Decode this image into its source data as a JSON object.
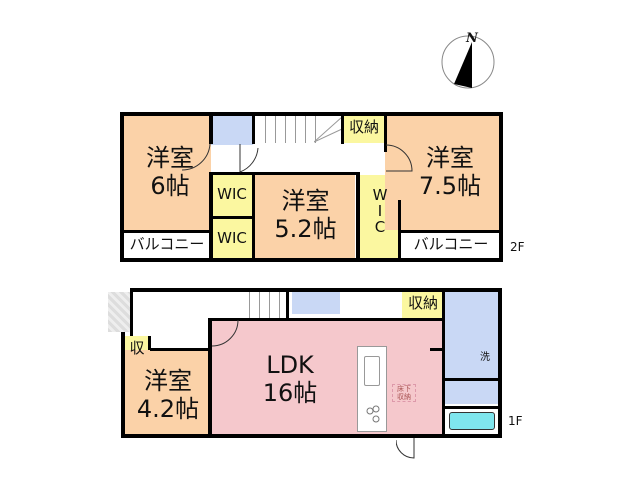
{
  "compass": {
    "label": "N"
  },
  "floor2": {
    "tag": "2F",
    "rooms": {
      "western_6": {
        "line1": "洋室",
        "line2": "6帖",
        "color": "#fbd2a8"
      },
      "western_52": {
        "line1": "洋室",
        "line2": "5.2帖",
        "color": "#fbd2a8"
      },
      "western_75": {
        "line1": "洋室",
        "line2": "7.5帖",
        "color": "#fbd2a8"
      },
      "wic_1": {
        "label": "WIC",
        "color": "#fbf7a0"
      },
      "wic_2": {
        "label": "WIC",
        "color": "#fbf7a0"
      },
      "wic_3": {
        "label": "W\nI\nC",
        "color": "#fbf7a0"
      },
      "storage": {
        "label": "収納",
        "color": "#fbf7a0"
      },
      "toilet": {
        "color": "#c9d8f5"
      },
      "balcony_left": {
        "label": "バルコニー"
      },
      "balcony_right": {
        "label": "バルコニー"
      }
    }
  },
  "floor1": {
    "tag": "1F",
    "rooms": {
      "ldk": {
        "line1": "LDK",
        "line2": "16帖",
        "color": "#f5c8cc"
      },
      "western_42": {
        "line1": "洋室",
        "line2": "4.2帖",
        "color": "#fbd2a8"
      },
      "storage_small": {
        "label": "収",
        "color": "#fbf7a0"
      },
      "storage": {
        "label": "収納",
        "color": "#fbf7a0"
      },
      "underfloor": {
        "line1": "床下",
        "line2": "収納"
      },
      "washroom": {
        "label": "洗",
        "color": "#c9d8f5"
      },
      "bath": {
        "color": "#c9d8f5",
        "tub_color": "#7fe6ee"
      },
      "toilet": {
        "color": "#c9d8f5"
      },
      "entry_color": "#dddddd"
    }
  }
}
